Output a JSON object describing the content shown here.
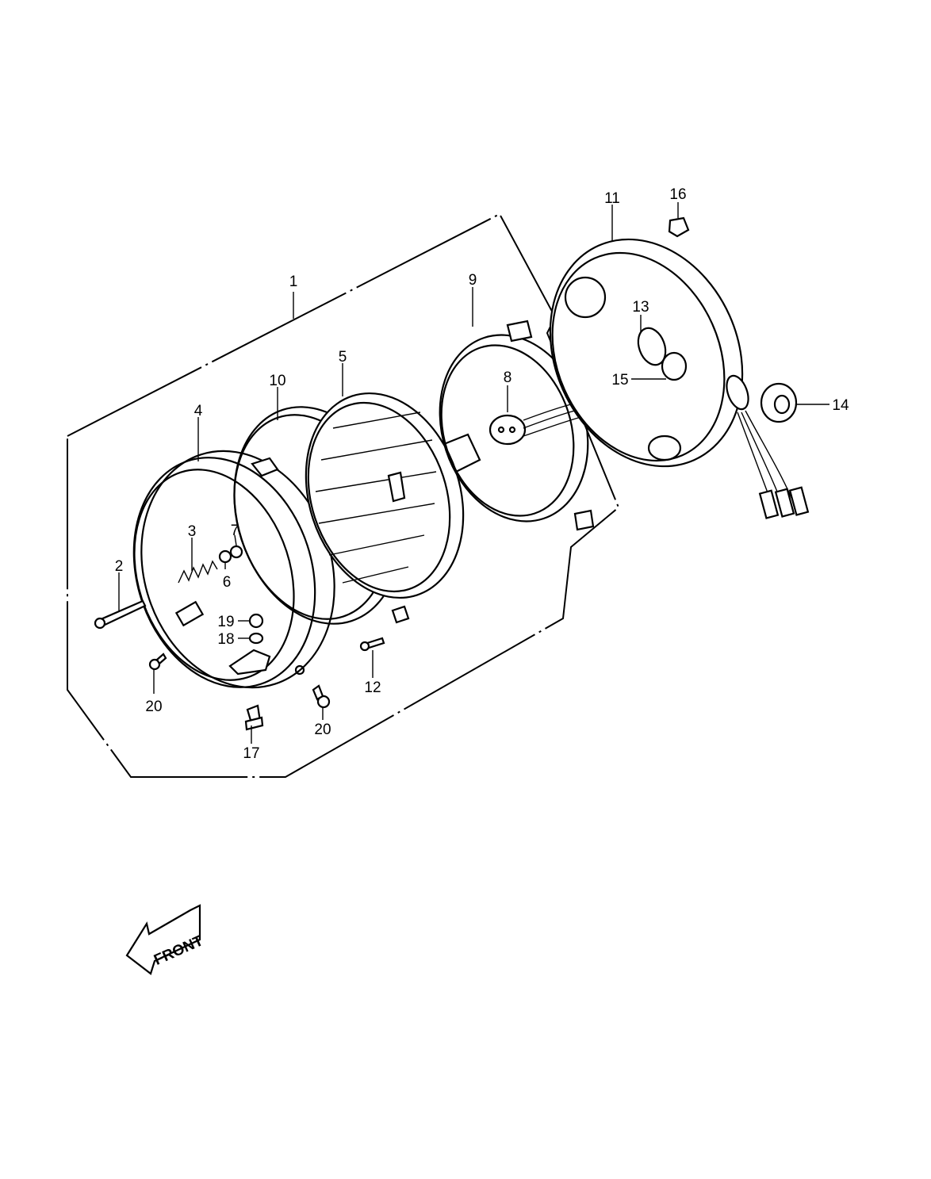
{
  "callouts": [
    {
      "id": "1",
      "text": "1"
    },
    {
      "id": "2",
      "text": "2"
    },
    {
      "id": "3",
      "text": "3"
    },
    {
      "id": "4",
      "text": "4"
    },
    {
      "id": "5",
      "text": "5"
    },
    {
      "id": "6",
      "text": "6"
    },
    {
      "id": "7",
      "text": "7"
    },
    {
      "id": "8",
      "text": "8"
    },
    {
      "id": "9",
      "text": "9"
    },
    {
      "id": "10",
      "text": "10"
    },
    {
      "id": "11",
      "text": "11"
    },
    {
      "id": "12",
      "text": "12"
    },
    {
      "id": "13",
      "text": "13"
    },
    {
      "id": "14",
      "text": "14"
    },
    {
      "id": "15",
      "text": "15"
    },
    {
      "id": "16",
      "text": "16"
    },
    {
      "id": "17",
      "text": "17"
    },
    {
      "id": "18",
      "text": "18"
    },
    {
      "id": "19",
      "text": "19"
    },
    {
      "id": "20a",
      "text": "20"
    },
    {
      "id": "20b",
      "text": "20"
    }
  ],
  "front_arrow": {
    "label": "FRONT"
  }
}
